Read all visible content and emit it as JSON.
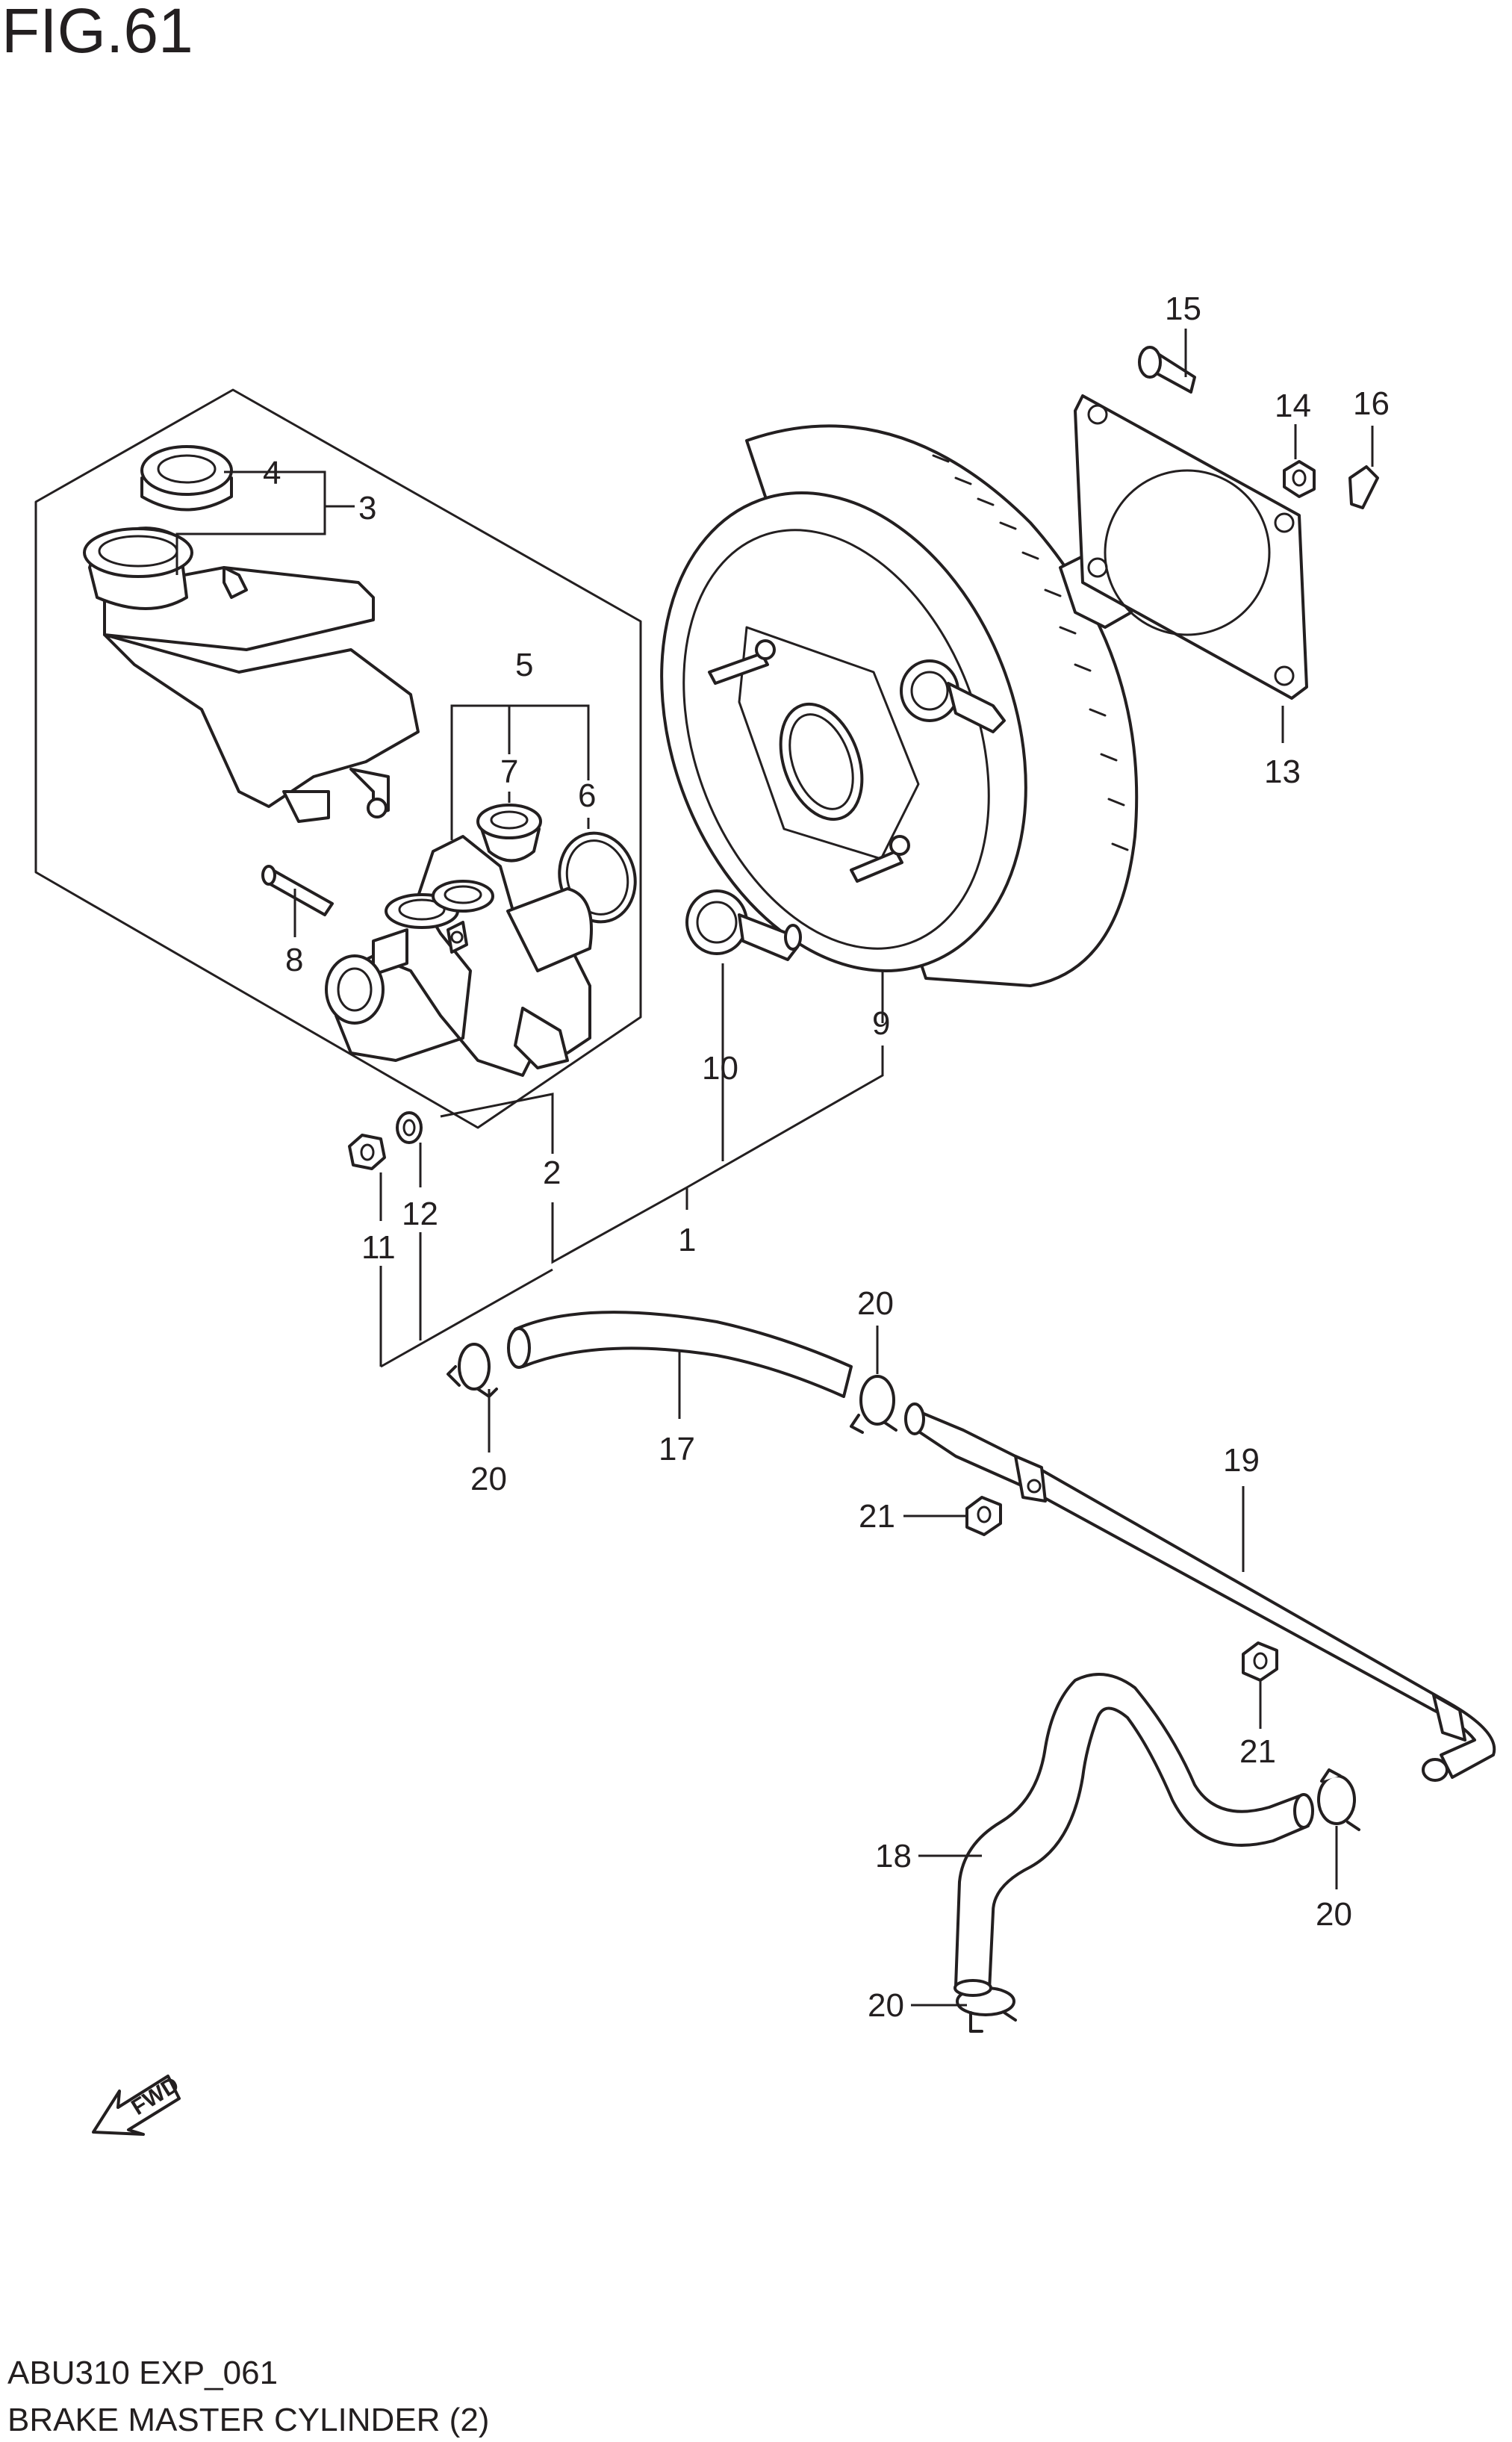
{
  "figure": {
    "title": "FIG.61",
    "code": "ABU310 EXP_061",
    "name": "BRAKE MASTER CYLINDER (2)"
  },
  "callouts": [
    "1",
    "2",
    "3",
    "4",
    "5",
    "6",
    "7",
    "8",
    "9",
    "10",
    "11",
    "12",
    "13",
    "14",
    "15",
    "16",
    "17",
    "18",
    "19",
    "20",
    "21"
  ],
  "fwd_label": "FWD"
}
